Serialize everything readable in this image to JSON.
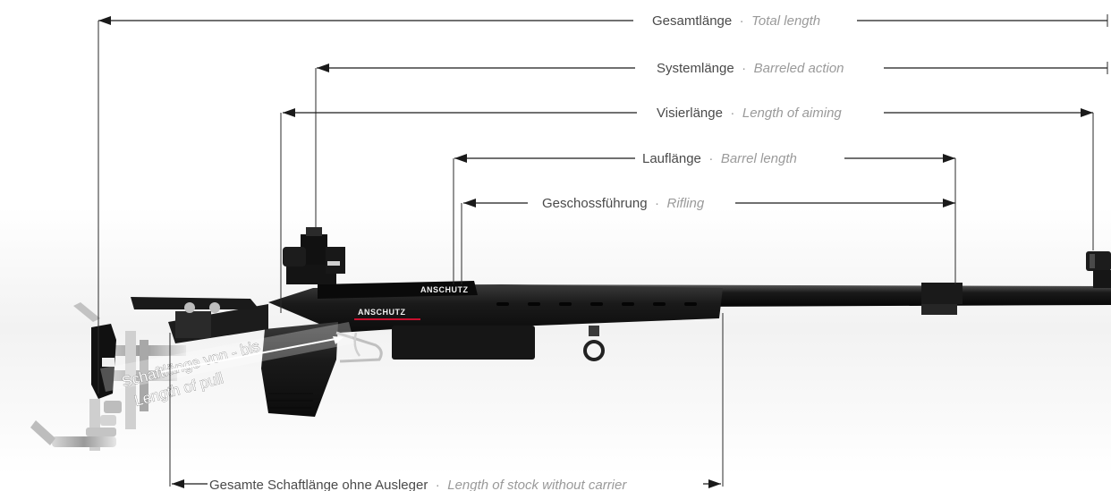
{
  "dimensions": {
    "total_length": {
      "de": "Gesamtlänge",
      "en": "Total length"
    },
    "barreled_action": {
      "de": "Systemlänge",
      "en": "Barreled action"
    },
    "length_of_aiming": {
      "de": "Visierlänge",
      "en": "Length of aiming"
    },
    "barrel_length": {
      "de": "Lauflänge",
      "en": "Barrel length"
    },
    "rifling": {
      "de": "Geschossführung",
      "en": "Rifling"
    },
    "stock_without_carrier": {
      "de": "Gesamte Schaftlänge ohne Ausleger",
      "en": "Length of stock without carrier"
    },
    "length_of_pull": {
      "de": "Schaftlänge von - bis",
      "en": "Length of pull"
    }
  },
  "separator": "·",
  "brand": {
    "stock_logo": "ANSCHUTZ",
    "action_logo": "ANSCHUTZ"
  },
  "colors": {
    "stock": "#1c1c1c",
    "barrel": "#0f0f0f",
    "metal": "#9c9c9c",
    "accent": "#c8102e",
    "lines": "#1a1a1a"
  }
}
